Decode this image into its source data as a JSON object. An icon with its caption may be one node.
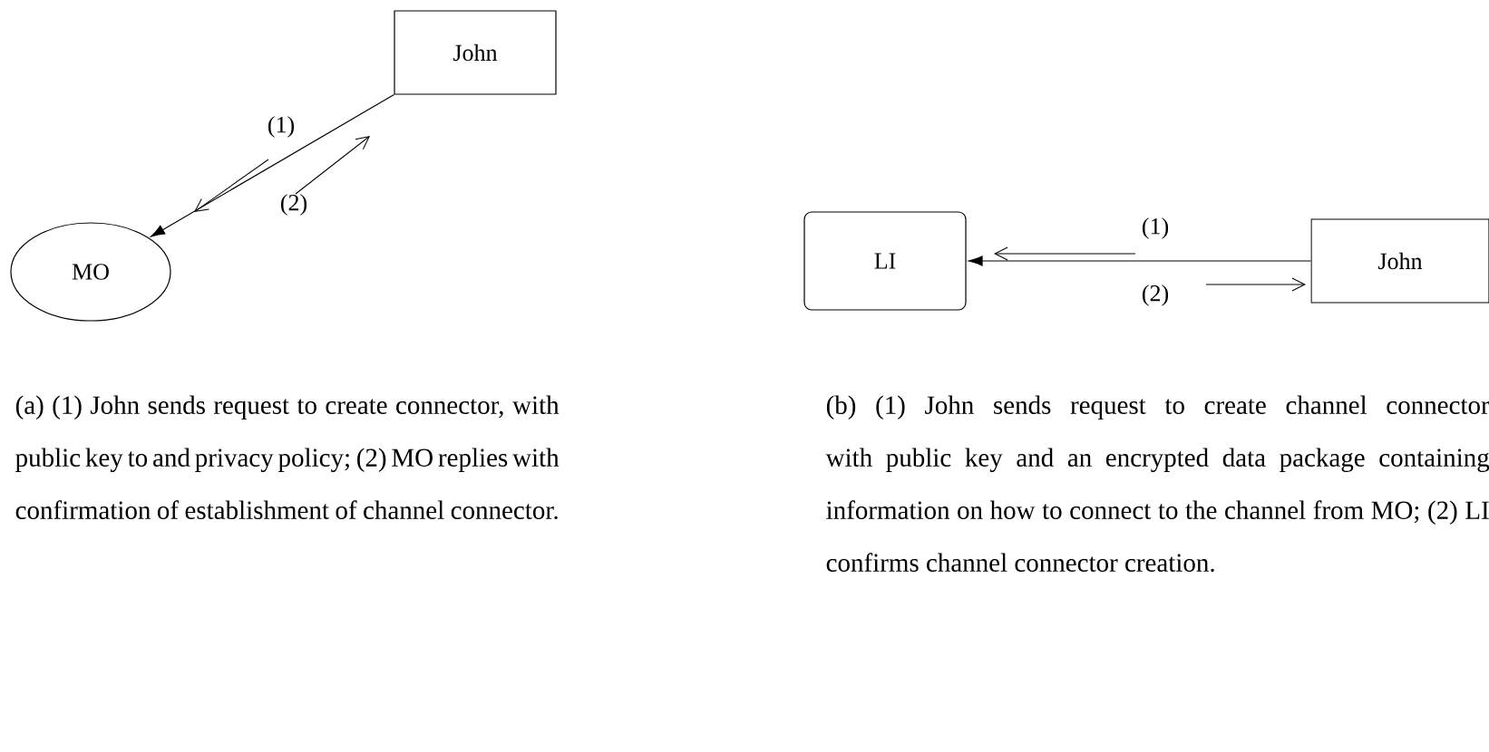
{
  "diagram": {
    "nodes": [
      {
        "text": [
          "John"
        ]
      },
      {
        "text": [
          "MO"
        ]
      },
      {
        "text": [
          "LI"
        ]
      },
      {
        "text": [
          "John"
        ]
      }
    ],
    "edges": [
      {
        "from": 0,
        "to": 1,
        "arrow": "to"
      },
      {
        "from": 3,
        "to": 2,
        "arrow": "to"
      }
    ],
    "labels": [
      "(1)",
      "(2)",
      "(1)",
      "(2)",
      "(a) (1) John sends request to create connector, with public key to and privacy policy; (2) MO replies with confirmation of establishment of channel connector.",
      "(b) (1) John sends request to create channel connector with public key and an encrypted data package containing information on how to connect to the channel from MO; (2) LI confirms channel connector creation."
    ]
  }
}
